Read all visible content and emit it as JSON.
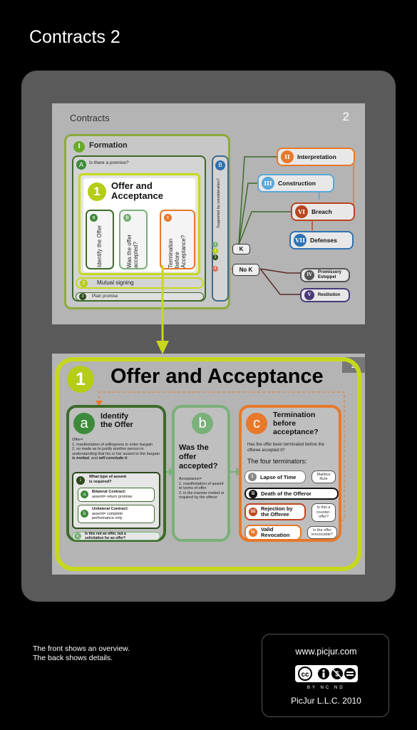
{
  "page_title": "Contracts 2",
  "overview": {
    "title": "Contracts",
    "number": "2",
    "formation": {
      "badge": "I",
      "label": "Formation"
    },
    "promise_q": {
      "badge": "A",
      "label": "Is there a promise?"
    },
    "offer": {
      "badge": "1",
      "title_line1": "Offer and",
      "title_line2": "Acceptance"
    },
    "subs": [
      {
        "badge": "a",
        "label": "Identify the Offer"
      },
      {
        "badge": "b",
        "label": "Was the offer accepted?"
      },
      {
        "badge": "c",
        "label": "Termination before Acceptance?"
      }
    ],
    "consideration": {
      "badge": "B",
      "label": "Supported by consideration?"
    },
    "mutual": {
      "badge": "2",
      "label": "Mutual signing"
    },
    "plain": {
      "badge": "3",
      "label": "Plain promise"
    },
    "k_label": "K",
    "nok_label": "No K",
    "k_nums": [
      "1",
      "2",
      "3"
    ],
    "nok_num": "4",
    "right_pills": [
      {
        "badge": "II",
        "label": "Interpretation",
        "color": "#e8782a"
      },
      {
        "badge": "III",
        "label": "Construction",
        "color": "#5aa7d8"
      },
      {
        "badge": "VI",
        "label": "Breach",
        "color": "#b8461e"
      },
      {
        "badge": "VII",
        "label": "Defenses",
        "color": "#2d73b4"
      },
      {
        "badge": "IV",
        "label1": "Promissory",
        "label2": "Estoppel",
        "color": "#555555"
      },
      {
        "badge": "V",
        "label": "Restitution",
        "color": "#4a3a7a"
      }
    ]
  },
  "detail": {
    "number": "2",
    "badge": "1",
    "title": "Offer and Acceptance",
    "col_a": {
      "badge": "a",
      "title_line1": "Identify",
      "title_line2": "the Offer",
      "def": "Offer=",
      "def1": "1. manifestation of willingness to enter bargain",
      "def2a": "2. so made as to justify another person in understanding that his or her assent to the bargain ",
      "def2b": "is invited",
      "def2c": ", and ",
      "def2d": "will conclude it",
      "def2e": ".",
      "assent_badge": "i",
      "assent_q1": "What type of assent",
      "assent_q2": "is required?",
      "bilateral_badge": "a",
      "bilateral_title": "Bilateral Contract:",
      "bilateral_text": "assent= return promise",
      "unilateral_badge": "b",
      "unilateral_title": "Unilateral Contract:",
      "unilateral_text1": "assent= complete",
      "unilateral_text2": "performance only",
      "ii_badge": "ii",
      "ii_text1": "Is this not an offer, but a",
      "ii_text2": "solicitation for an offer?"
    },
    "col_b": {
      "badge": "b",
      "q1": "Was the",
      "q2": "offer",
      "q3": "accepted?",
      "def": "Acceptance=",
      "def1": "1. manifestation of assent to terms of offer",
      "def2": "2. in the manner invited or required by the offeror"
    },
    "col_c": {
      "badge": "c",
      "title1": "Termination",
      "title2": "before",
      "title3": "acceptance?",
      "q": "Has the offer been terminated before the offeree accepted it?",
      "four": "The four terminators:",
      "terms": [
        {
          "badge": "i",
          "label": "Lapse of Time",
          "note1": "Mailbox",
          "note2": "Rule"
        },
        {
          "badge": "ii",
          "label": "Death of the Offeror"
        },
        {
          "badge": "iii",
          "label1": "Rejection by",
          "label2": "the Offeree",
          "note1": "Is this a",
          "note2": "counter-",
          "note3": "offer?"
        },
        {
          "badge": "iv",
          "label1": "Valid",
          "label2": "Revocation",
          "note1": "Is the offer",
          "note2": "irrevocable?"
        }
      ]
    }
  },
  "footer": {
    "line1": "The front shows an overview.",
    "line2": "The back shows details.",
    "url": "www.picjur.com",
    "cc_labels": "BY  NC  ND",
    "copyright": "PicJur L.L.C. 2010"
  }
}
